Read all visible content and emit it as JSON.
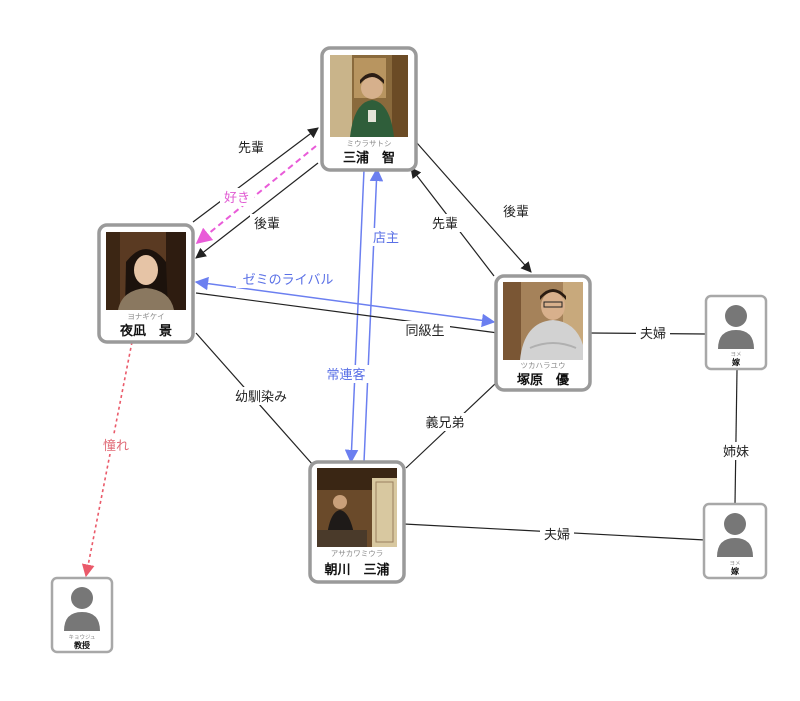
{
  "people": {
    "miura": {
      "kana": "ミウラサトシ",
      "name": "三浦　智"
    },
    "yonagi": {
      "kana": "ヨナギケイ",
      "name": "夜凪　景"
    },
    "tsukahara": {
      "kana": "ツカハラユウ",
      "name": "塚原　優"
    },
    "asakawa": {
      "kana": "アサカワミウラ",
      "name": "朝川　三浦"
    },
    "yome1": {
      "kana": "ヨメ",
      "name": "嫁"
    },
    "yome2": {
      "kana": "ヨメ",
      "name": "嫁"
    },
    "kyouju": {
      "kana": "キョウジュ",
      "name": "教授"
    }
  },
  "relations": {
    "senpai_left": "先輩",
    "kouhai_left": "後輩",
    "suki": "好き",
    "senpai_right": "先輩",
    "kouhai_right": "後輩",
    "tenshu": "店主",
    "jouren": "常連客",
    "zemi": "ゼミのライバル",
    "doukyu": "同級生",
    "osananajimi": "幼馴染み",
    "gikyoudai": "義兄弟",
    "fuufu_top": "夫婦",
    "shimai": "姉妹",
    "fuufu_bottom": "夫婦",
    "akogare": "憧れ"
  },
  "colors": {
    "black_edge": "#222222",
    "blue_edge": "#6b7ff0",
    "blue_text": "#5a70e6",
    "pink_edge": "#e95bd8",
    "pink_text": "#e05ad2",
    "red_edge": "#ea5a6a",
    "red_text": "#e06a76",
    "frame": "#9a9a9a"
  },
  "icons": {
    "photo": "person-photo",
    "placeholder": "person-silhouette-icon"
  }
}
